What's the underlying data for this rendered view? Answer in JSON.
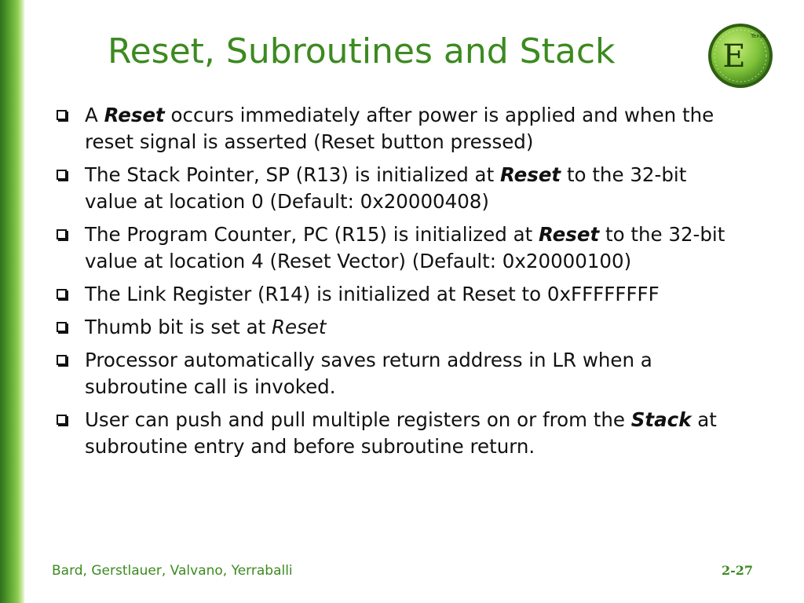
{
  "slide": {
    "title": "Reset, Subroutines and Stack",
    "logo": {
      "icon": "texas-e-logo",
      "letter": "E",
      "brand_text": "Texas"
    }
  },
  "bullets": [
    {
      "parts": [
        "A ",
        "Reset",
        " occurs immediately after power is applied and when the reset signal is asserted (Reset button pressed)"
      ]
    },
    {
      "parts": [
        "The Stack Pointer, SP (R13) is initialized at ",
        "Reset",
        " to the 32-bit value at location 0 (Default: 0x20000408)"
      ]
    },
    {
      "parts": [
        "The Program Counter, PC (R15) is initialized at ",
        "Reset",
        " to the 32-bit value at location 4 (Reset Vector) (Default: 0x20000100)"
      ]
    },
    {
      "text": "The Link Register (R14) is initialized at Reset to 0xFFFFFFFF"
    },
    {
      "parts": [
        "Thumb bit is set at ",
        "Reset"
      ]
    },
    {
      "text": "Processor automatically saves return address in LR when a subroutine call is invoked."
    },
    {
      "parts": [
        "User can push and pull multiple registers on or from the ",
        "Stack",
        " at subroutine entry and before subroutine return."
      ]
    }
  ],
  "footer": {
    "authors": "Bard, Gerstlauer, Valvano, Yerraballi",
    "page": "2-27"
  },
  "colors": {
    "title_green": "#3c8a20",
    "sidebar_green": "#4f9a2a",
    "text": "#111111"
  }
}
